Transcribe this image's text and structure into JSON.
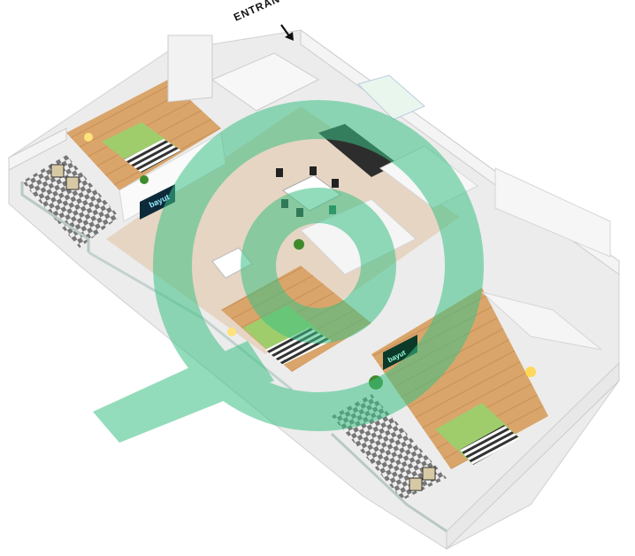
{
  "entrance": {
    "label": "ENTRANCE"
  },
  "tv_screens": {
    "left_screen_text": "bayut",
    "right_screen_text": "bayut"
  },
  "colors": {
    "floor_wood": "#d9a56b",
    "floor_tile": "#e6d5c3",
    "wall": "#f4f4f4",
    "wall_shadow": "#d8d8d8",
    "bed_green": "#9fcd6c",
    "watermark_green": "#3cc185",
    "counter_dark": "#2d2d2d"
  },
  "icons": {
    "watermark": "bayut-logo-watermark",
    "entrance_arrow": "arrow-down-right-icon"
  }
}
